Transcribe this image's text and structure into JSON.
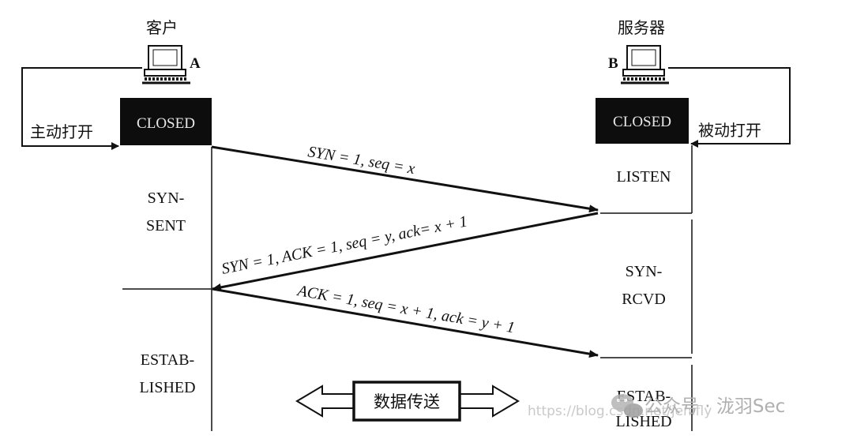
{
  "client": {
    "title": "客户",
    "host_label": "A",
    "state_box": "CLOSED",
    "open_label": "主动打开"
  },
  "server": {
    "title": "服务器",
    "host_label": "B",
    "state_box": "CLOSED",
    "open_label": "被动打开"
  },
  "client_states": [
    "SYN-",
    "SENT",
    "ESTAB-",
    "LISHED"
  ],
  "server_states": [
    "LISTEN",
    "SYN-",
    "RCVD",
    "ESTAB-",
    "LISHED"
  ],
  "messages": [
    "SYN = 1, seq = x",
    "SYN = 1, ACK = 1, seq = y, ack= x + 1",
    "ACK = 1, seq = x + 1, ack = y + 1"
  ],
  "data_transfer": "数据传送",
  "watermark": {
    "url": "https://blog.csdn.net/jenifly",
    "account": "公众号 · 泷羽Sec"
  },
  "colors": {
    "ink": "#111111",
    "box_fill": "#0d0d0d",
    "box_text": "#e8e8e8",
    "watermark": "#bdbdbd"
  }
}
